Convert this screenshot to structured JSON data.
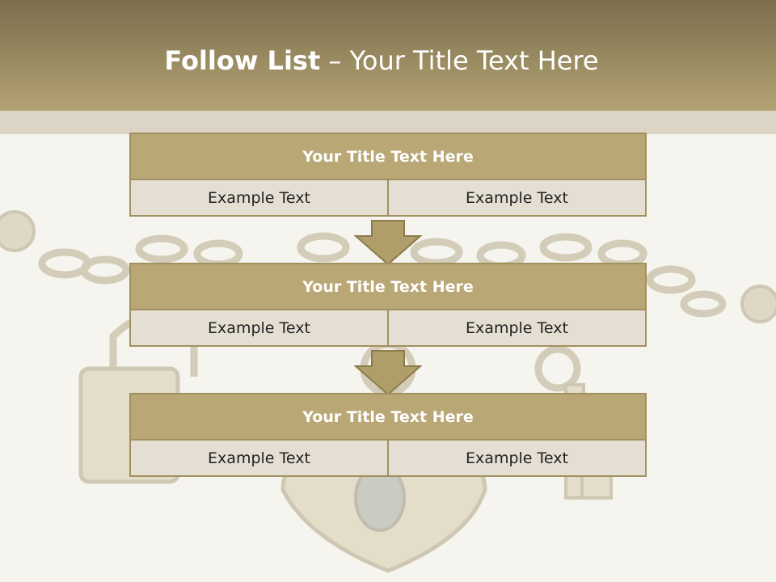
{
  "slide": {
    "title_bold": "Follow List",
    "title_rest": " – Your Title Text Here"
  },
  "boxes": [
    {
      "title": "Your Title Text Here",
      "left": "Example Text",
      "right": "Example Text"
    },
    {
      "title": "Your Title Text Here",
      "left": "Example Text",
      "right": "Example Text"
    },
    {
      "title": "Your Title Text Here",
      "left": "Example Text",
      "right": "Example Text"
    }
  ],
  "colors": {
    "header": "#9a8b61",
    "box_title": "#b9a776",
    "box_cell": "#e5dfd3",
    "border": "#a1915f"
  }
}
